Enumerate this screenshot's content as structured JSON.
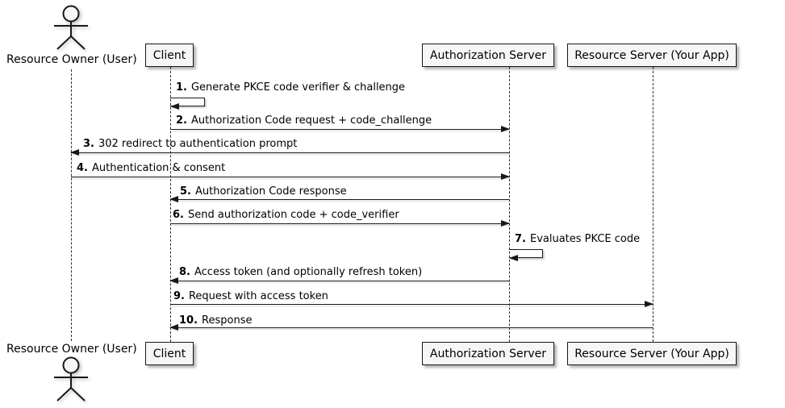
{
  "diagram": {
    "type": "sequence",
    "participants": [
      {
        "name": "Resource Owner (User)",
        "kind": "actor"
      },
      {
        "name": "Client",
        "kind": "participant"
      },
      {
        "name": "Authorization Server",
        "kind": "participant"
      },
      {
        "name": "Resource Server (Your App)",
        "kind": "participant"
      }
    ],
    "messages": [
      {
        "num": "1.",
        "text": "Generate PKCE code verifier & challenge",
        "from": "Client",
        "to": "Client",
        "kind": "self"
      },
      {
        "num": "2.",
        "text": "Authorization Code request + code_challenge",
        "from": "Client",
        "to": "Authorization Server",
        "kind": "solid"
      },
      {
        "num": "3.",
        "text": "302 redirect to authentication prompt",
        "from": "Authorization Server",
        "to": "Resource Owner (User)",
        "kind": "solid"
      },
      {
        "num": "4.",
        "text": "Authentication & consent",
        "from": "Resource Owner (User)",
        "to": "Authorization Server",
        "kind": "solid"
      },
      {
        "num": "5.",
        "text": "Authorization Code response",
        "from": "Authorization Server",
        "to": "Client",
        "kind": "solid"
      },
      {
        "num": "6.",
        "text": "Send authorization code + code_verifier",
        "from": "Client",
        "to": "Authorization Server",
        "kind": "solid"
      },
      {
        "num": "7.",
        "text": "Evaluates PKCE code",
        "from": "Authorization Server",
        "to": "Authorization Server",
        "kind": "self"
      },
      {
        "num": "8.",
        "text": "Access token (and optionally refresh token)",
        "from": "Authorization Server",
        "to": "Client",
        "kind": "solid"
      },
      {
        "num": "9.",
        "text": "Request with access token",
        "from": "Client",
        "to": "Resource Server (Your App)",
        "kind": "solid"
      },
      {
        "num": "10.",
        "text": "Response",
        "from": "Resource Server (Your App)",
        "to": "Client",
        "kind": "solid"
      }
    ],
    "colors": {
      "line": "#181818",
      "box_fill": "#f6f6f6",
      "box_border": "#181818",
      "text": "#000000",
      "background": "#ffffff"
    }
  }
}
